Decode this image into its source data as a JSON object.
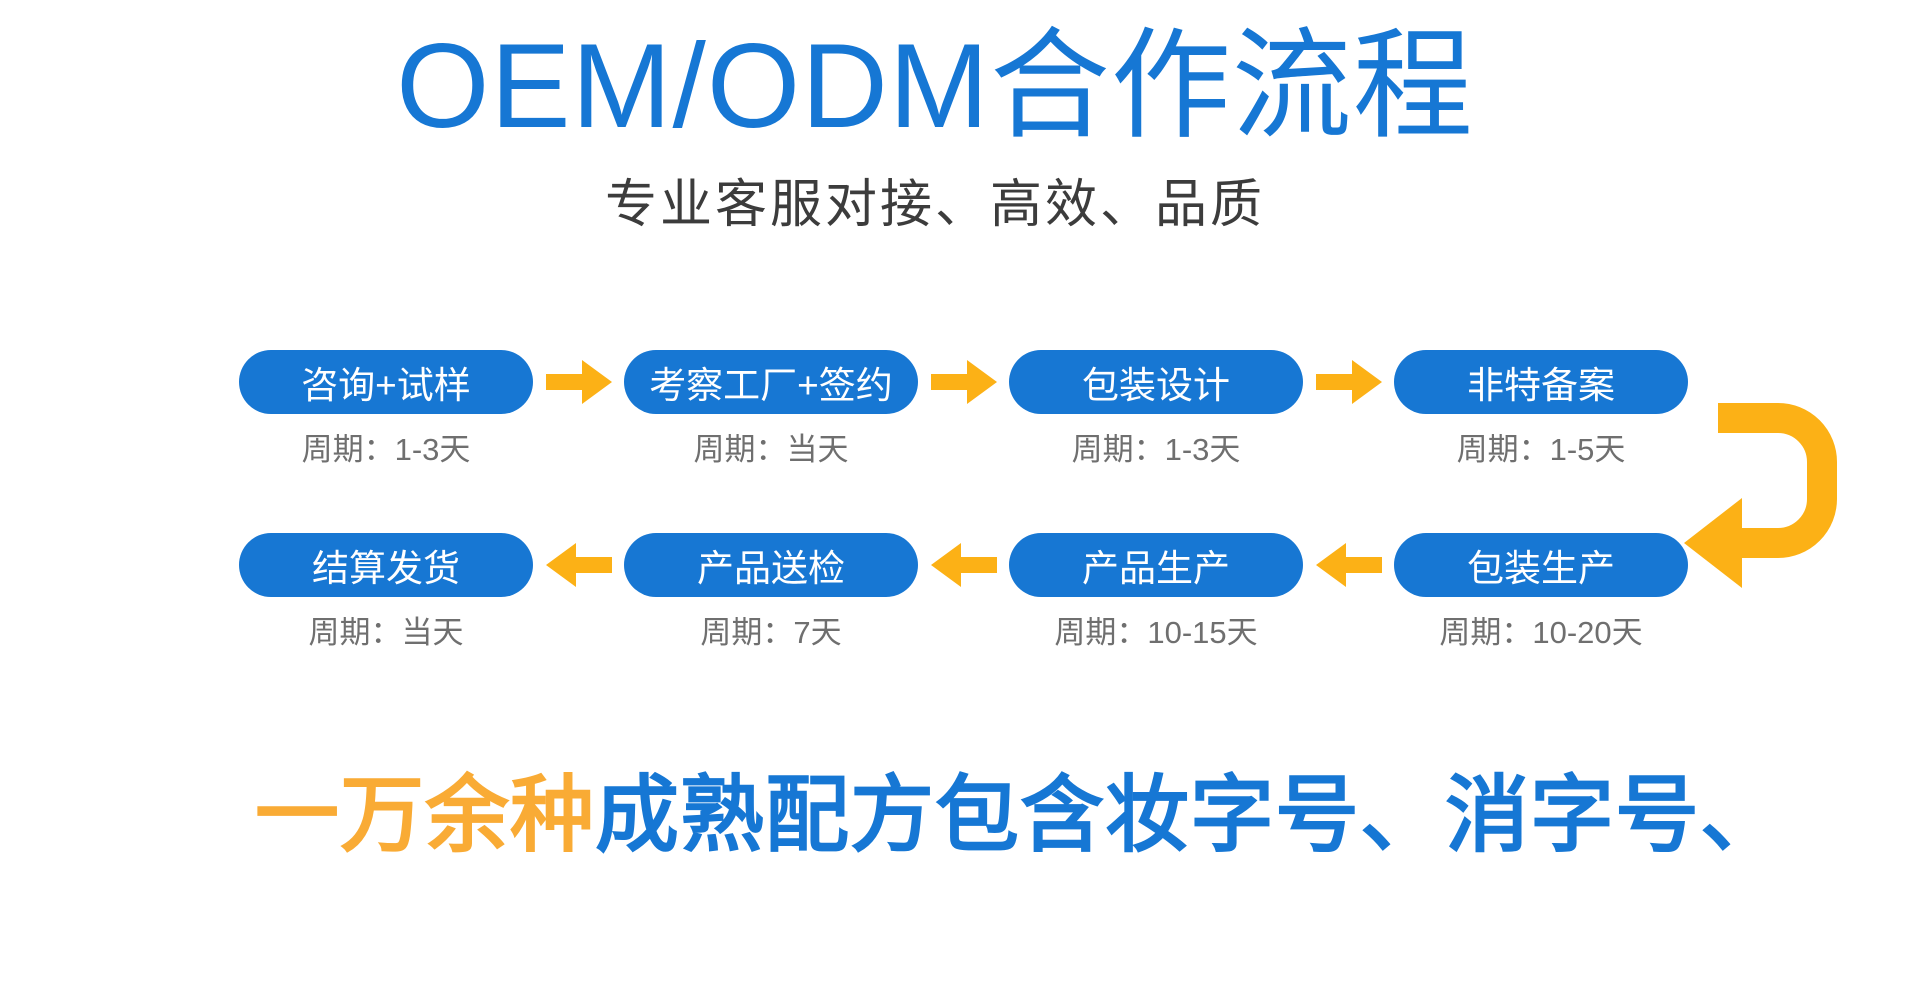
{
  "header": {
    "title": "OEM/ODM合作流程",
    "subtitle": "专业客服对接、高效、品质"
  },
  "flow": {
    "row1": {
      "direction": "right",
      "steps": [
        {
          "label": "咨询+试样",
          "cycle": "周期：1-3天"
        },
        {
          "label": "考察工厂+签约",
          "cycle": "周期：当天"
        },
        {
          "label": "包装设计",
          "cycle": "周期：1-3天"
        },
        {
          "label": "非特备案",
          "cycle": "周期：1-5天"
        }
      ]
    },
    "row2": {
      "direction": "left",
      "steps": [
        {
          "label": "结算发货",
          "cycle": "周期：当天"
        },
        {
          "label": "产品送检",
          "cycle": "周期：7天"
        },
        {
          "label": "产品生产",
          "cycle": "周期：10-15天"
        },
        {
          "label": "包装生产",
          "cycle": "周期：10-20天"
        }
      ]
    }
  },
  "tagline": {
    "highlight": "一万余种",
    "rest": "成熟配方包含妆字号、消字号、"
  },
  "colors": {
    "step_blue": "#1777d3",
    "title_blue": "#1677d4",
    "arrow_orange": "#fcb116",
    "tagline_orange": "#f9ab35",
    "cycle_gray": "#6f6f6f",
    "subtitle_gray": "#3c3c3c"
  }
}
